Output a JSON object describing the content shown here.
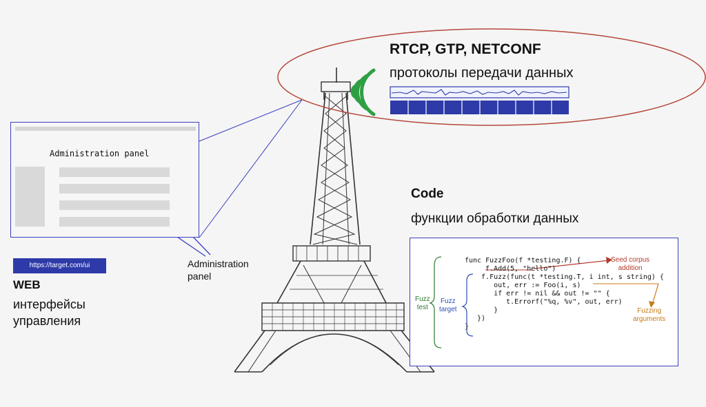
{
  "protocols": {
    "title": "RTCP, GTP, NETCONF",
    "subtitle": "протоколы передачи данных"
  },
  "admin_panel": {
    "title": "Administration panel",
    "callout_line1": "Administration",
    "callout_line2": "panel"
  },
  "web": {
    "url": "https://target.com/ui",
    "title": "WEB",
    "subtitle_line1": "интерфейсы",
    "subtitle_line2": "управления"
  },
  "code": {
    "title": "Code",
    "subtitle": "функции обработки данных",
    "lines": [
      "func FuzzFoo(f *testing.F) {",
      "  f.Add(5, \"hello\")",
      "  f.Fuzz(func(t *testing.T, i int, s string) {",
      "    out, err := Foo(i, s)",
      "    if err != nil && out != \"\" {",
      "      t.Errorf(\"%q, %v\", out, err)",
      "    }",
      "  })",
      "}"
    ],
    "fuzz_test_line1": "Fuzz",
    "fuzz_test_line2": "test",
    "fuzz_target_line1": "Fuzz",
    "fuzz_target_line2": "target",
    "seed_line1": "Seed corpus",
    "seed_line2": "addition",
    "args_line1": "Fuzzing",
    "args_line2": "arguments"
  },
  "colors": {
    "accent_blue": "#2d3aa8",
    "ellipse_red": "#b5473a",
    "signal_green": "#2ea043"
  }
}
